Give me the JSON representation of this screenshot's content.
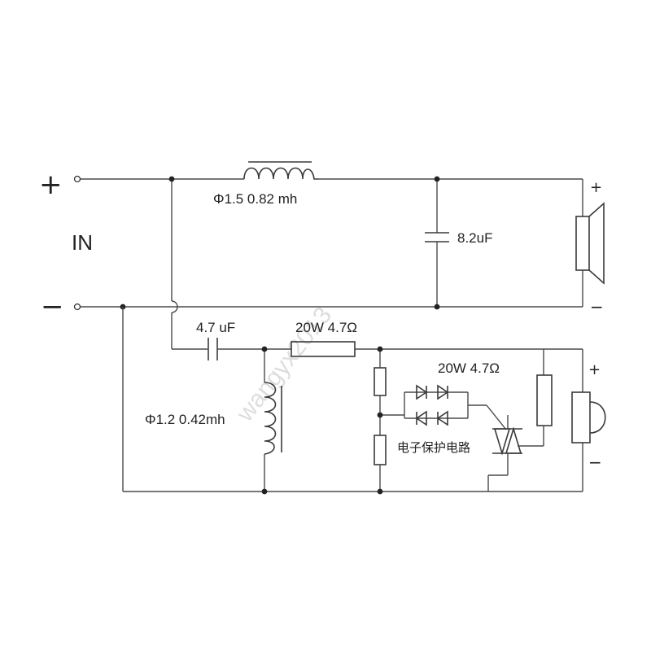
{
  "terminals": {
    "plus": "+",
    "minus": "−",
    "in_label": "IN"
  },
  "woofer": {
    "inductor_label": "Φ1.5  0.82 mh",
    "capacitor_label": "8.2uF",
    "speaker_plus": "+",
    "speaker_minus": "−"
  },
  "tweeter": {
    "capacitor_label": "4.7 uF",
    "resistor_label": "20W 4.7Ω",
    "inductor_label": "Φ1.2  0.42mh",
    "protection_resistor_label": "20W 4.7Ω",
    "protection_circuit_label": "电子保护电路",
    "speaker_plus": "+",
    "speaker_minus": "−"
  },
  "watermark": "wangyx2013"
}
